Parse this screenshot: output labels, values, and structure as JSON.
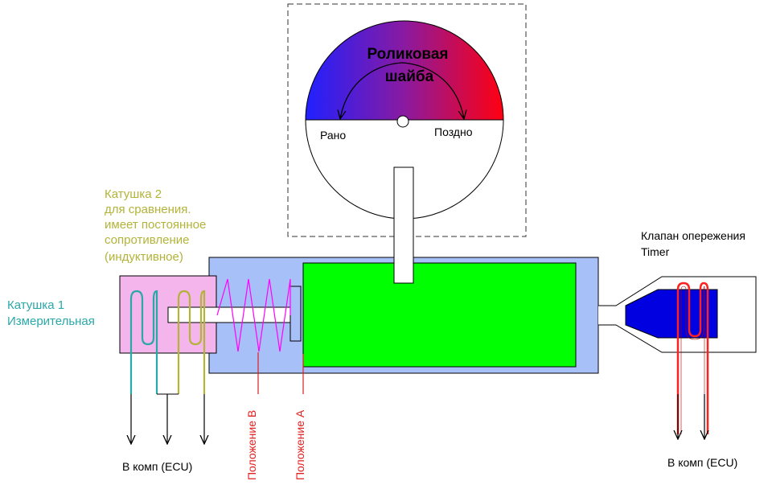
{
  "dial": {
    "title_line1": "Роликовая",
    "title_line2": "шайба",
    "early": "Рано",
    "late": "Поздно"
  },
  "coil2": {
    "line1": "Катушка 2",
    "line2": "для сравнения.",
    "line3": "имеет постоянное",
    "line4": "сопротивление",
    "line5": "(индуктивное)"
  },
  "coil1": {
    "line1": "Катушка 1",
    "line2": "Измерительная"
  },
  "timer_valve": {
    "line1": "Клапан опережения",
    "line2": "Timer"
  },
  "outputs": {
    "left": "В комп (ECU)",
    "right": "В комп (ECU)"
  },
  "positions": {
    "b": "Положение В",
    "a": "Положение А"
  },
  "colors": {
    "coil1_teal": "#2aa8a8",
    "coil2_olive": "#b3b33a",
    "position_red": "#e02020",
    "piston_green": "#00ff00",
    "housing_blue": "#a8c0f8",
    "coil_housing_pink": "#f4b4ec",
    "spring_magenta": "#ff00ff",
    "valve_blue": "#0000e0"
  }
}
